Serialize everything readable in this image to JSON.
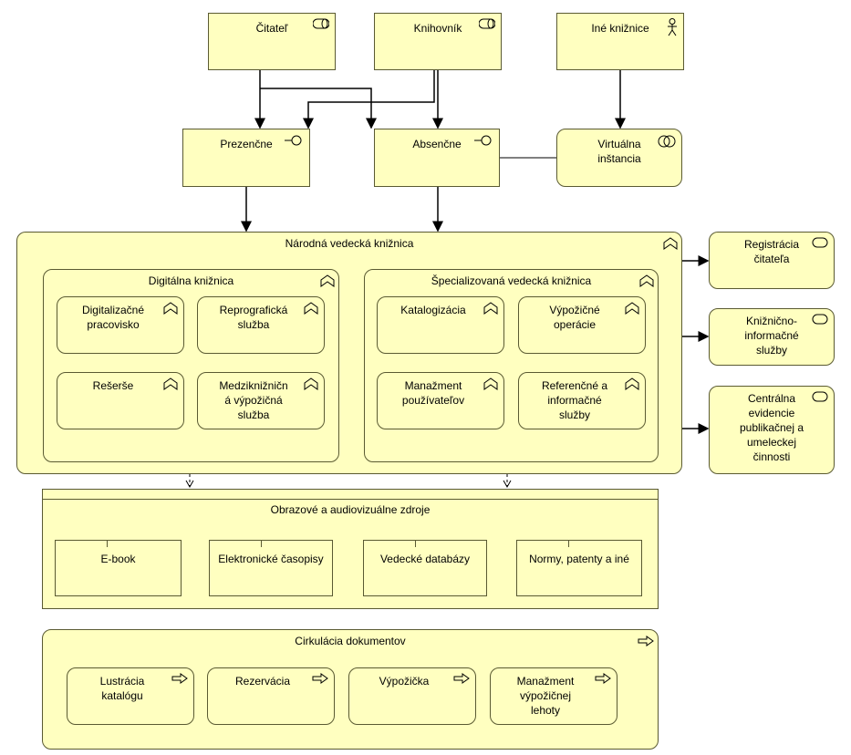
{
  "actors": [
    {
      "id": "citatel",
      "label": "Čitateľ",
      "icon": "role-icon"
    },
    {
      "id": "knihovnik",
      "label": "Knihovník",
      "icon": "role-icon"
    },
    {
      "id": "ine",
      "label": "Iné knižnice",
      "icon": "actor-icon"
    }
  ],
  "interfaces": [
    {
      "id": "prezencne",
      "label": "Prezenčne",
      "icon": "interface-icon"
    },
    {
      "id": "absencne",
      "label": "Absenčne",
      "icon": "interface-icon"
    },
    {
      "id": "virtualna",
      "label": "Virtuálna\ninštancia",
      "icon": "collaboration-icon"
    }
  ],
  "main": {
    "label": "Národná vedecká knižnica",
    "digital": {
      "label": "Digitálna knižnica",
      "items": [
        "Digitalizačné\npracovisko",
        "Reprografická\nslužba",
        "Rešerše",
        "Medziknižničn\ná výpožičná\nslužba"
      ]
    },
    "special": {
      "label": "Špecializovaná vedecká knižnica",
      "items": [
        "Katalogizácia",
        "Výpožičné\noperácie",
        "Manažment\npoužívateľov",
        "Referenčné a\ninformačné\nslužby"
      ]
    }
  },
  "services": [
    "Registrácia\nčitateľa",
    "Knižnično-\ninformačné\nslužby",
    "Centrálna\nevidencie\npublikačnej a\numeleckej\nčinnosti"
  ],
  "resources": {
    "label": "Obrazové a audiovizuálne zdroje",
    "items": [
      "E-book",
      "Elektronické časopisy",
      "Vedecké databázy",
      "Normy, patenty a iné"
    ]
  },
  "circulation": {
    "label": "Cirkulácia dokumentov",
    "items": [
      "Lustrácia\nkatalógu",
      "Rezervácia",
      "Výpožička",
      "Manažment\nvýpožičnej\nlehoty"
    ]
  },
  "colors": {
    "fill": "#ffffc0",
    "stroke": "#5a5a32"
  }
}
